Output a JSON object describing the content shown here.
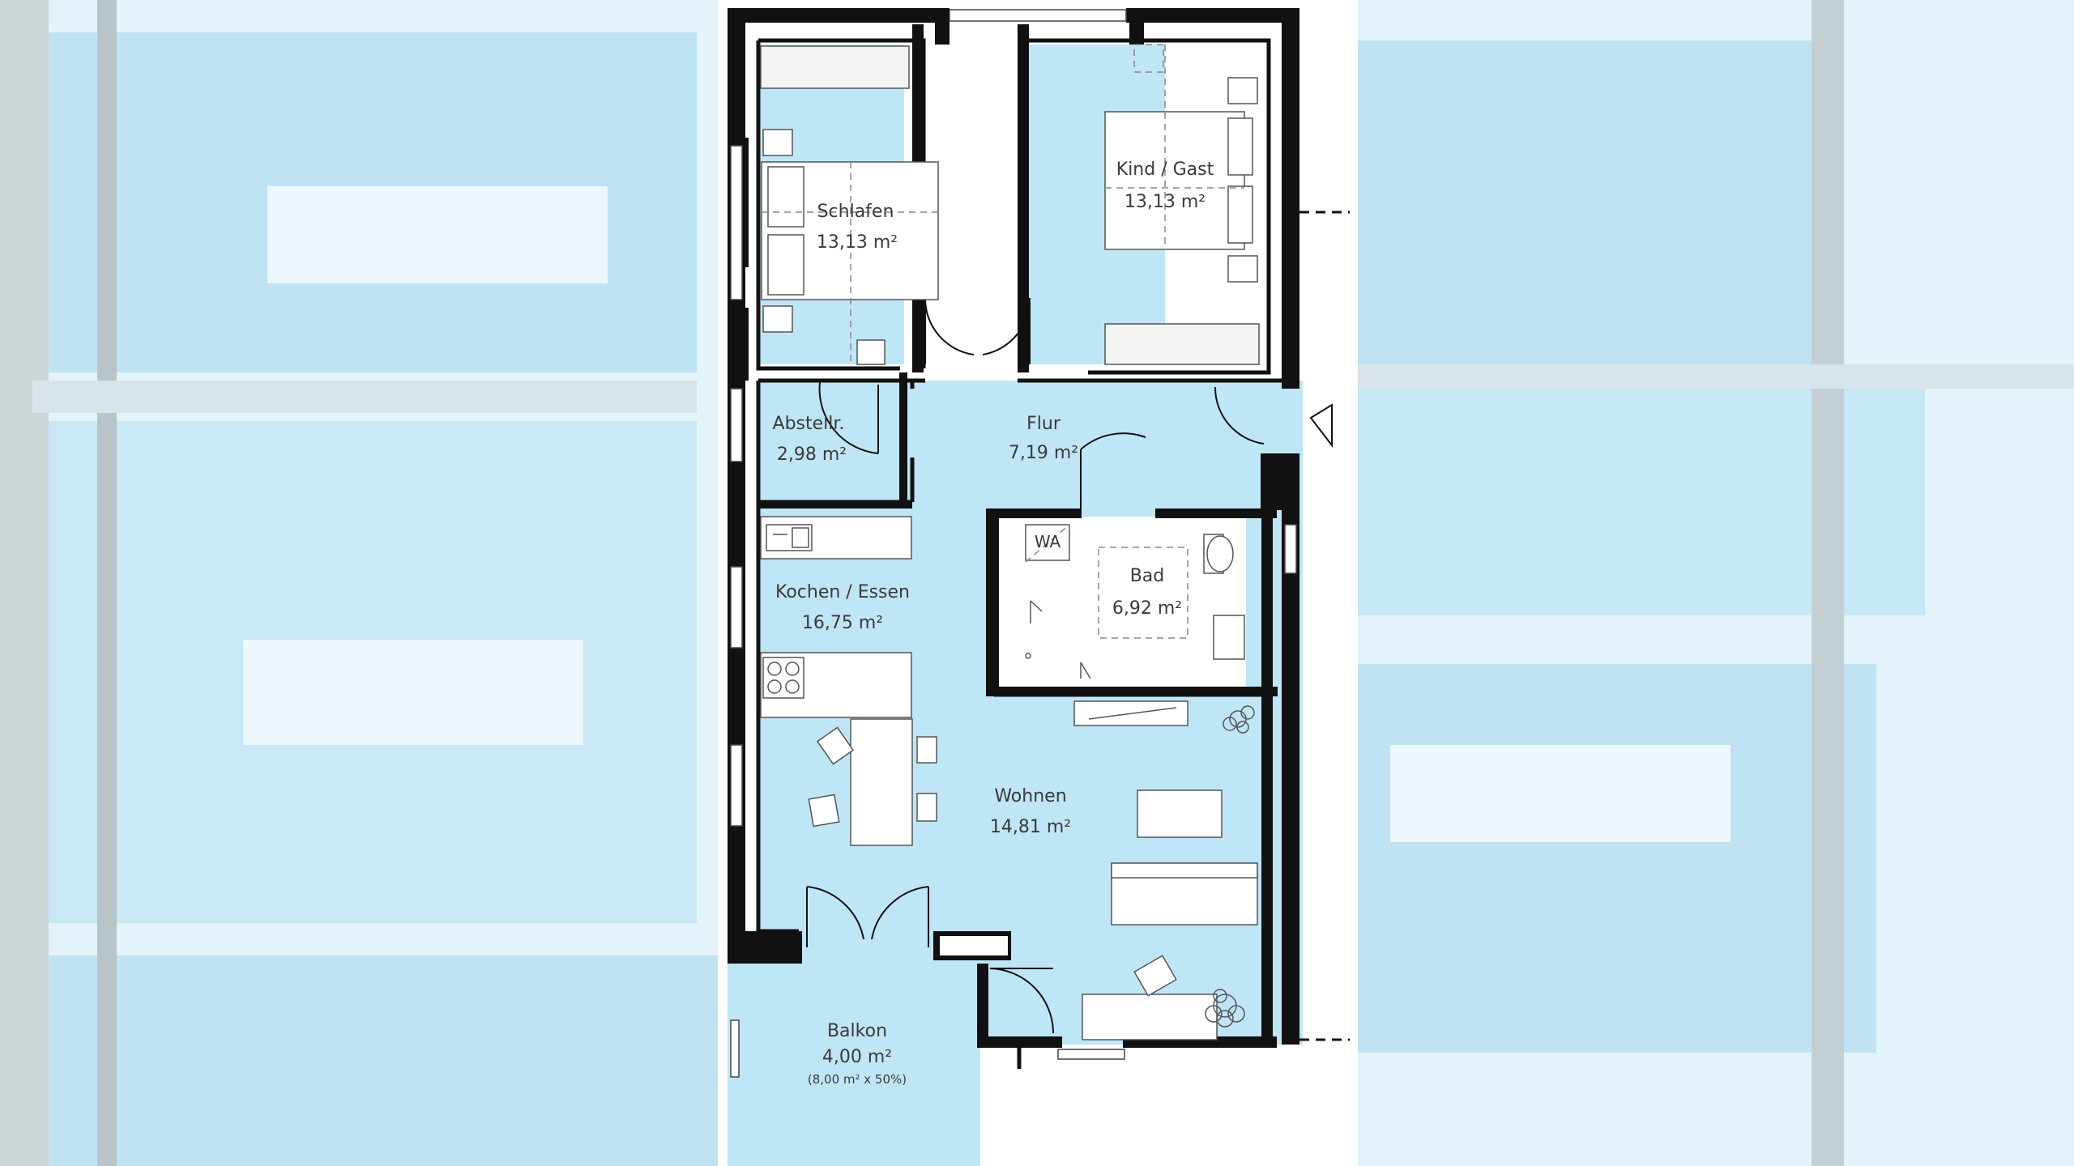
{
  "rooms": {
    "schlafen": {
      "name": "Schlafen",
      "area": "13,13 m²"
    },
    "kind_gast": {
      "name": "Kind / Gast",
      "area": "13,13 m²"
    },
    "abstell": {
      "name": "Abstellr.",
      "area": "2,98 m²"
    },
    "flur": {
      "name": "Flur",
      "area": "7,19 m²"
    },
    "kochen_essen": {
      "name": "Kochen / Essen",
      "area": "16,75 m²"
    },
    "bad": {
      "name": "Bad",
      "area": "6,92 m²"
    },
    "wohnen": {
      "name": "Wohnen",
      "area": "14,81 m²"
    },
    "balkon": {
      "name": "Balkon",
      "area": "4,00 m²",
      "note": "(8,00 m² x 50%)"
    }
  },
  "fixtures": {
    "wa_label": "WA"
  },
  "icons": [
    "entrance-arrow-icon",
    "plant-icon",
    "sink-icon",
    "cooktop-icon"
  ],
  "colors": {
    "room_fill": "#bfe6f7",
    "wall": "#111111",
    "backdrop": "#dff0f8"
  }
}
